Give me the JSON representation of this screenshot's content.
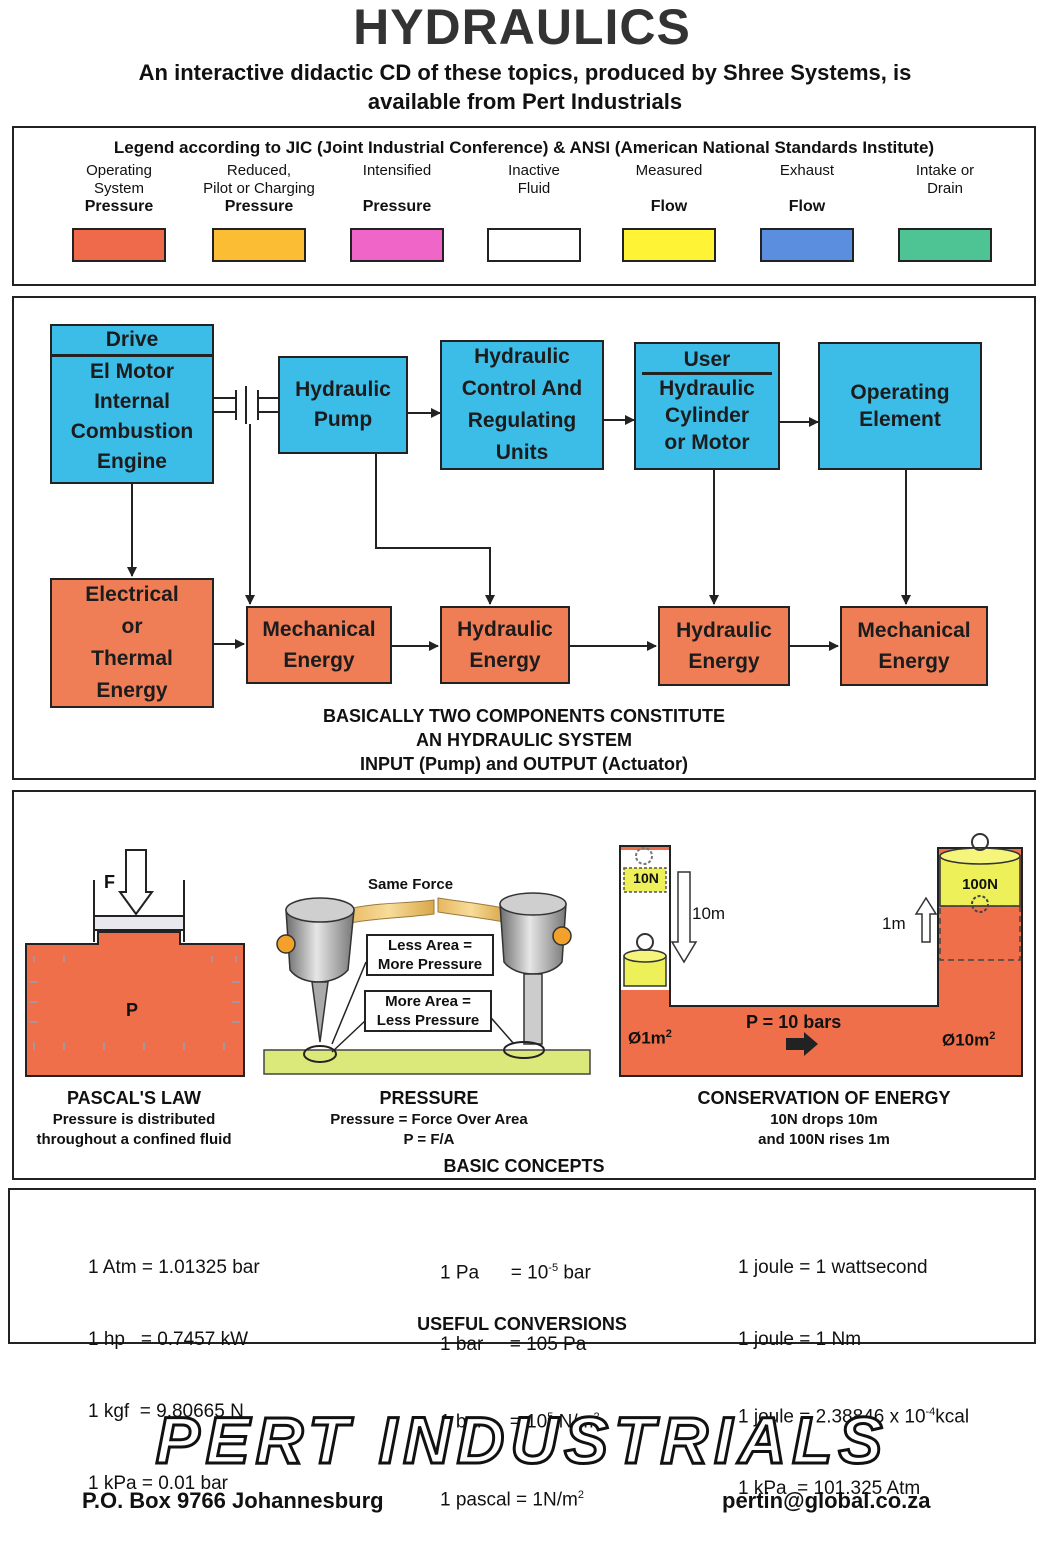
{
  "header": {
    "title": "HYDRAULICS",
    "subtitle_line1": "An interactive didactic CD of these topics, produced by Shree Systems, is",
    "subtitle_line2": "available from Pert Industrials"
  },
  "legend": {
    "title": "Legend according to JIC (Joint Industrial Conference) & ANSI (American National Standards Institute)",
    "items": [
      {
        "l1": "Operating",
        "l2": "System",
        "l3": "Pressure",
        "color": "#ef6a4a"
      },
      {
        "l1": "Reduced,",
        "l2": "Pilot or Charging",
        "l3": "Pressure",
        "color": "#fbbd34"
      },
      {
        "l1": "Intensified",
        "l2": "",
        "l3": "Pressure",
        "color": "#f065c8"
      },
      {
        "l1": "Inactive",
        "l2": "Fluid",
        "l3": "",
        "color": "#ffffff"
      },
      {
        "l1": "Measured",
        "l2": "",
        "l3": "Flow",
        "color": "#fef335"
      },
      {
        "l1": "Exhaust",
        "l2": "",
        "l3": "Flow",
        "color": "#5c8ee0"
      },
      {
        "l1": "Intake or",
        "l2": "Drain",
        "l3": "",
        "color": "#4ec394"
      }
    ]
  },
  "flow": {
    "drive_label": "Drive",
    "drive_lines": [
      "El Motor",
      "Internal",
      "Combustion",
      "Engine"
    ],
    "pump_lines": [
      "Hydraulic",
      "Pump"
    ],
    "control_lines": [
      "Hydraulic",
      "Control And",
      "Regulating",
      "Units"
    ],
    "user_label": "User",
    "user_lines": [
      "Hydraulic",
      "Cylinder",
      "or Motor"
    ],
    "operating_lines": [
      "Operating",
      "Element"
    ],
    "energy1_lines": [
      "Electrical",
      "or",
      "Thermal",
      "Energy"
    ],
    "energy2_lines": [
      "Mechanical",
      "Energy"
    ],
    "energy3_lines": [
      "Hydraulic",
      "Energy"
    ],
    "energy4_lines": [
      "Hydraulic",
      "Energy"
    ],
    "energy5_lines": [
      "Mechanical",
      "Energy"
    ],
    "caption_line1": "BASICALLY TWO COMPONENTS CONSTITUTE",
    "caption_line2": "AN HYDRAULIC SYSTEM",
    "caption_line3": "INPUT (Pump) and OUTPUT (Actuator)"
  },
  "concepts": {
    "pascal": {
      "force_label": "F",
      "pressure_label": "P",
      "title": "PASCAL'S LAW",
      "desc1": "Pressure is distributed",
      "desc2": "throughout a confined fluid"
    },
    "pressure": {
      "same_force": "Same Force",
      "less_area_1": "Less Area =",
      "less_area_2": "More Pressure",
      "more_area_1": "More Area =",
      "more_area_2": "Less Pressure",
      "title": "PRESSURE",
      "desc1": "Pressure = Force Over Area",
      "desc2": "P = F/A"
    },
    "energy": {
      "small_weight": "10N",
      "big_weight": "100N",
      "drop_label": "10m",
      "rise_label": "1m",
      "pressure_label": "P = 10 bars",
      "small_area": "Ø1m",
      "big_area": "Ø10m",
      "area_exp": "2",
      "title": "CONSERVATION OF ENERGY",
      "desc1": "10N drops 10m",
      "desc2": "and 100N rises 1m"
    },
    "section_title": "BASIC CONCEPTS"
  },
  "conversions": {
    "col1": [
      "1 Atm = 1.01325 bar",
      "1 hp   = 0.7457 kW",
      "1 kgf  = 9.80665 N",
      "1 kPa = 0.01 bar"
    ],
    "col2_a": {
      "left": "1 Pa      = 10",
      "exp": "-5",
      "right": " bar"
    },
    "col2_b": "1 bar     = 105 Pa",
    "col2_c": {
      "left": "1 bar     = 10",
      "exp": "5",
      "right": " N/m",
      "exp2": "2"
    },
    "col2_d": {
      "left": "1 pascal = 1N/m",
      "exp": "2"
    },
    "col3_a": "1 joule = 1 wattsecond",
    "col3_b": "1 joule = 1 Nm",
    "col3_c": {
      "left": "1 joule = 2.38846 x 10",
      "exp": "-4",
      "right": "kcal"
    },
    "col3_d": "1 kPa  = 101.325 Atm",
    "title": "USEFUL CONVERSIONS"
  },
  "footer": {
    "brand": "PERT INDUSTRIALS",
    "address": "P.O. Box 9766 Johannesburg",
    "email": "pertin@global.co.za"
  }
}
